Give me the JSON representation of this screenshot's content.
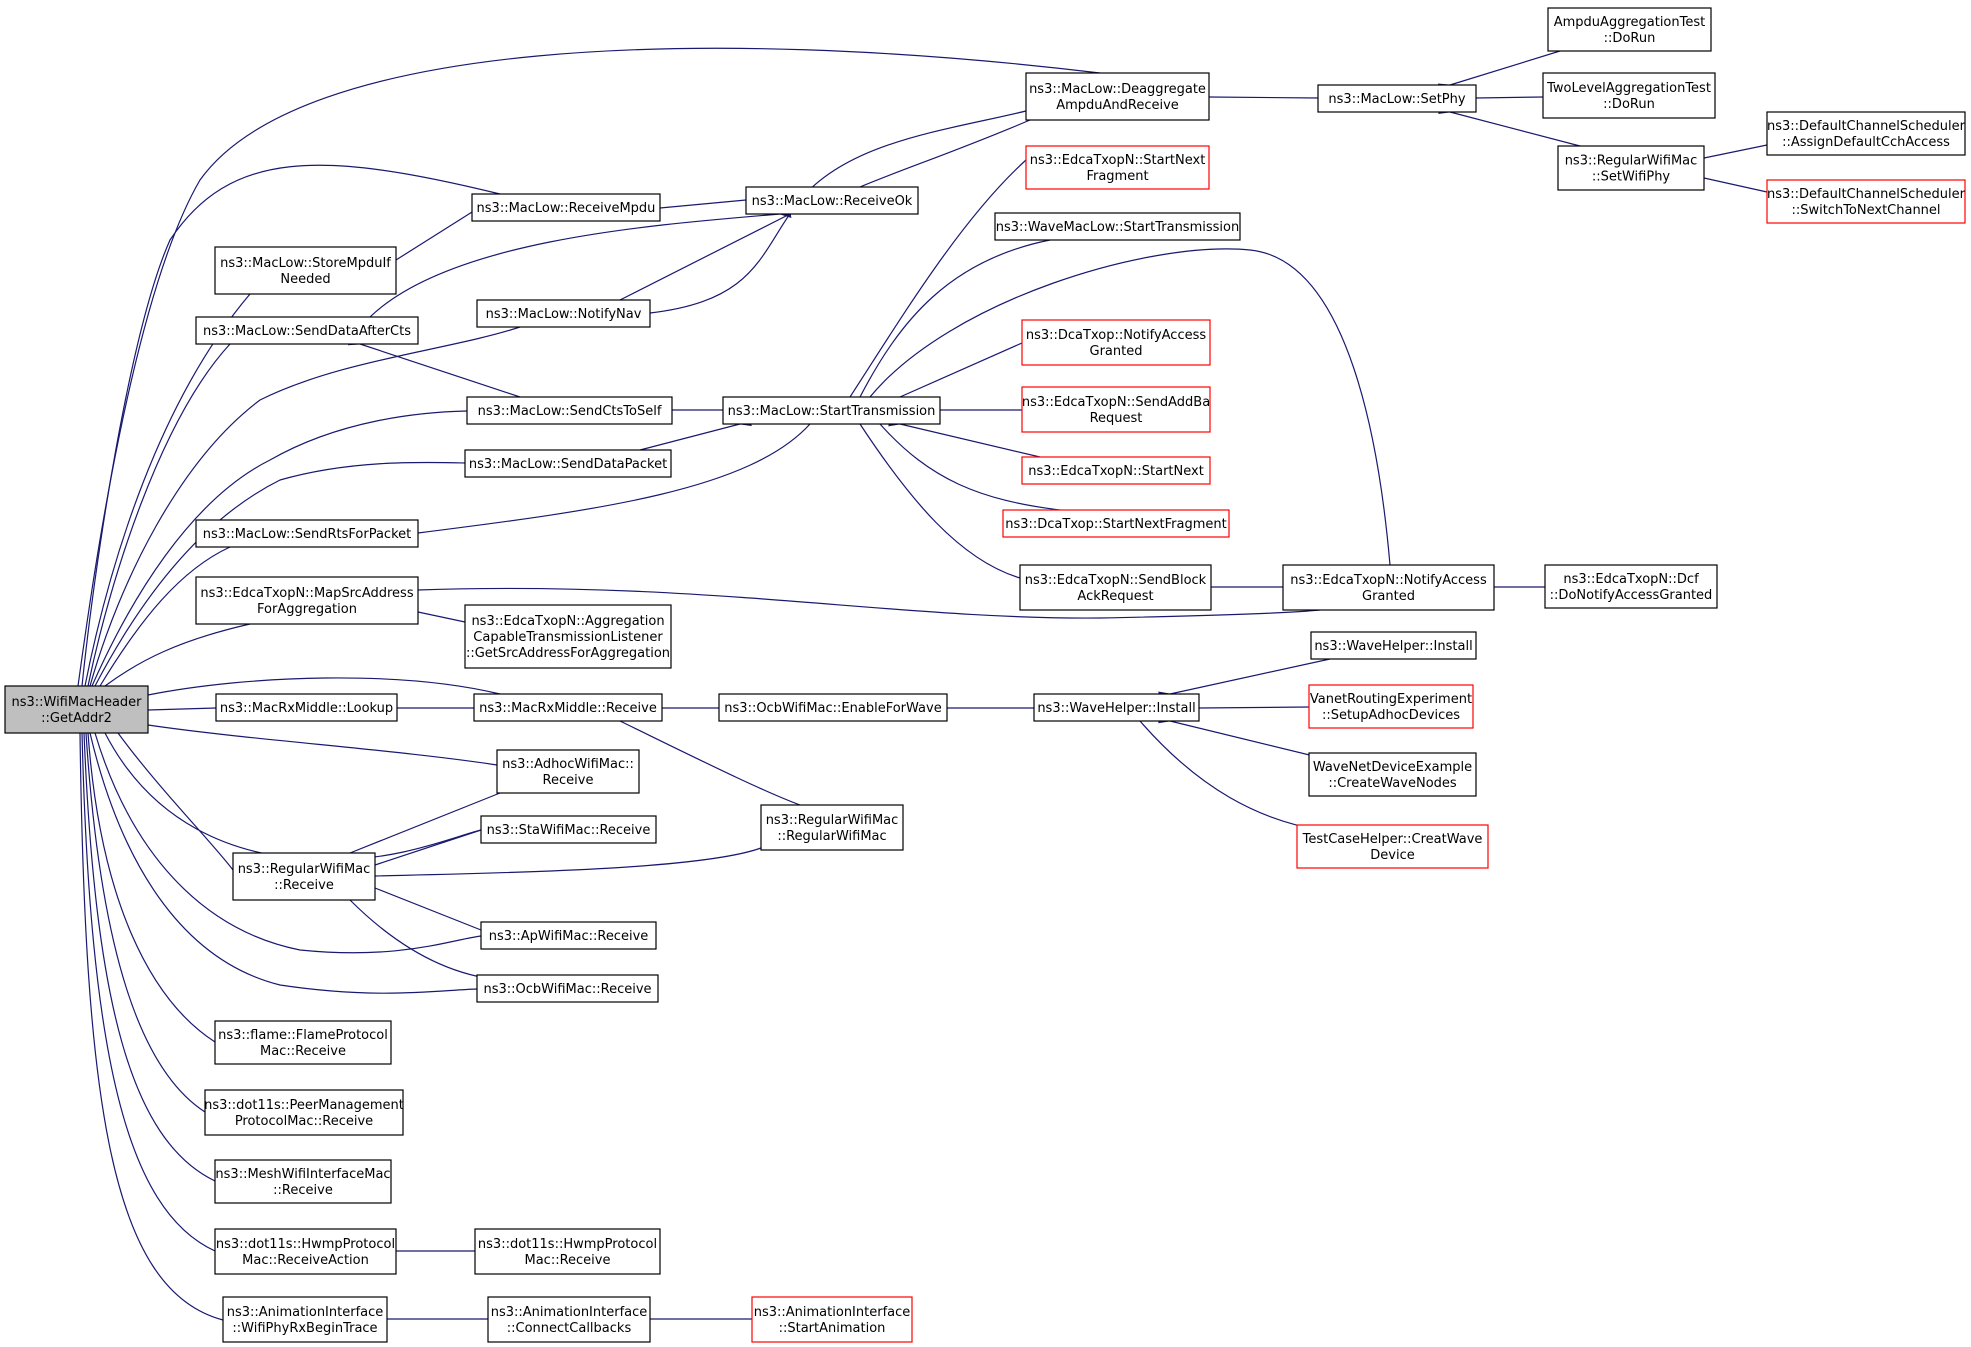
{
  "graph": {
    "edge_color": "#191970",
    "truncated_color": "#ff0000",
    "root_fill": "#bfbfbf",
    "nodes": [
      {
        "id": "root",
        "lines": [
          "ns3::WifiMacHeader",
          "::GetAddr2"
        ],
        "root": true
      },
      {
        "id": "deagg",
        "lines": [
          "ns3::MacLow::Deaggregate",
          "AmpduAndReceive"
        ]
      },
      {
        "id": "setphy",
        "lines": [
          "ns3::MacLow::SetPhy"
        ]
      },
      {
        "id": "ampdutest",
        "lines": [
          "AmpduAggregationTest",
          "::DoRun"
        ]
      },
      {
        "id": "twolevel",
        "lines": [
          "TwoLevelAggregationTest",
          "::DoRun"
        ]
      },
      {
        "id": "setwifiphy",
        "lines": [
          "ns3::RegularWifiMac",
          "::SetWifiPhy"
        ]
      },
      {
        "id": "assigncch",
        "lines": [
          "ns3::DefaultChannelScheduler",
          "::AssignDefaultCchAccess"
        ]
      },
      {
        "id": "switchnext",
        "lines": [
          "ns3::DefaultChannelScheduler",
          "::SwitchToNextChannel"
        ],
        "truncated": true
      },
      {
        "id": "startnextfrag",
        "lines": [
          "ns3::EdcaTxopN::StartNext",
          "Fragment"
        ],
        "truncated": true
      },
      {
        "id": "receivempdu",
        "lines": [
          "ns3::MacLow::ReceiveMpdu"
        ]
      },
      {
        "id": "receiveok",
        "lines": [
          "ns3::MacLow::ReceiveOk"
        ]
      },
      {
        "id": "storempdu",
        "lines": [
          "ns3::MacLow::StoreMpduIf",
          "Needed"
        ]
      },
      {
        "id": "wavemaclow",
        "lines": [
          "ns3::WaveMacLow::StartTransmission"
        ]
      },
      {
        "id": "senddataaftercts",
        "lines": [
          "ns3::MacLow::SendDataAfterCts"
        ]
      },
      {
        "id": "notifynav",
        "lines": [
          "ns3::MacLow::NotifyNav"
        ]
      },
      {
        "id": "dcanotify",
        "lines": [
          "ns3::DcaTxop::NotifyAccess",
          "Granted"
        ],
        "truncated": true
      },
      {
        "id": "sendctstoself",
        "lines": [
          "ns3::MacLow::SendCtsToSelf"
        ]
      },
      {
        "id": "starttx",
        "lines": [
          "ns3::MacLow::StartTransmission"
        ]
      },
      {
        "id": "sendaddba",
        "lines": [
          "ns3::EdcaTxopN::SendAddBa",
          "Request"
        ],
        "truncated": true
      },
      {
        "id": "senddatapacket",
        "lines": [
          "ns3::MacLow::SendDataPacket"
        ]
      },
      {
        "id": "edcastartnext",
        "lines": [
          "ns3::EdcaTxopN::StartNext"
        ],
        "truncated": true
      },
      {
        "id": "dcastartnextfrag",
        "lines": [
          "ns3::DcaTxop::StartNextFragment"
        ],
        "truncated": true
      },
      {
        "id": "sendrts",
        "lines": [
          "ns3::MacLow::SendRtsForPacket"
        ]
      },
      {
        "id": "sendblockack",
        "lines": [
          "ns3::EdcaTxopN::SendBlock",
          "AckRequest"
        ]
      },
      {
        "id": "edcanotify",
        "lines": [
          "ns3::EdcaTxopN::NotifyAccess",
          "Granted"
        ]
      },
      {
        "id": "dcfnotify",
        "lines": [
          "ns3::EdcaTxopN::Dcf",
          "::DoNotifyAccessGranted"
        ]
      },
      {
        "id": "mapsrc",
        "lines": [
          "ns3::EdcaTxopN::MapSrcAddress",
          "ForAggregation"
        ]
      },
      {
        "id": "aggcap",
        "lines": [
          "ns3::EdcaTxopN::Aggregation",
          "CapableTransmissionListener",
          "::GetSrcAddressForAggregation"
        ]
      },
      {
        "id": "wavehelperinstall2",
        "lines": [
          "ns3::WaveHelper::Install"
        ]
      },
      {
        "id": "lookup",
        "lines": [
          "ns3::MacRxMiddle::Lookup"
        ]
      },
      {
        "id": "rxmiddlereceive",
        "lines": [
          "ns3::MacRxMiddle::Receive"
        ]
      },
      {
        "id": "enableforwave",
        "lines": [
          "ns3::OcbWifiMac::EnableForWave"
        ]
      },
      {
        "id": "wavehelperinstall",
        "lines": [
          "ns3::WaveHelper::Install"
        ]
      },
      {
        "id": "vanet",
        "lines": [
          "VanetRoutingExperiment",
          "::SetupAdhocDevices"
        ],
        "truncated": true
      },
      {
        "id": "adhocreceive",
        "lines": [
          "ns3::AdhocWifiMac::",
          "Receive"
        ]
      },
      {
        "id": "wavenetdevice",
        "lines": [
          "WaveNetDeviceExample",
          "::CreateWaveNodes"
        ]
      },
      {
        "id": "stareceive",
        "lines": [
          "ns3::StaWifiMac::Receive"
        ]
      },
      {
        "id": "regularctor",
        "lines": [
          "ns3::RegularWifiMac",
          "::RegularWifiMac"
        ]
      },
      {
        "id": "testcasehelper",
        "lines": [
          "TestCaseHelper::CreatWave",
          "Device"
        ],
        "truncated": true
      },
      {
        "id": "regularreceive",
        "lines": [
          "ns3::RegularWifiMac",
          "::Receive"
        ]
      },
      {
        "id": "apreceive",
        "lines": [
          "ns3::ApWifiMac::Receive"
        ]
      },
      {
        "id": "ocbreceive",
        "lines": [
          "ns3::OcbWifiMac::Receive"
        ]
      },
      {
        "id": "flame",
        "lines": [
          "ns3::flame::FlameProtocol",
          "Mac::Receive"
        ]
      },
      {
        "id": "peermgmt",
        "lines": [
          "ns3::dot11s::PeerManagement",
          "ProtocolMac::Receive"
        ]
      },
      {
        "id": "meshiface",
        "lines": [
          "ns3::MeshWifiInterfaceMac",
          "::Receive"
        ]
      },
      {
        "id": "hwmpaction",
        "lines": [
          "ns3::dot11s::HwmpProtocol",
          "Mac::ReceiveAction"
        ]
      },
      {
        "id": "hwmpreceive",
        "lines": [
          "ns3::dot11s::HwmpProtocol",
          "Mac::Receive"
        ]
      },
      {
        "id": "animrx",
        "lines": [
          "ns3::AnimationInterface",
          "::WifiPhyRxBeginTrace"
        ]
      },
      {
        "id": "animconnect",
        "lines": [
          "ns3::AnimationInterface",
          "::ConnectCallbacks"
        ]
      },
      {
        "id": "animstart",
        "lines": [
          "ns3::AnimationInterface",
          "::StartAnimation"
        ],
        "truncated": true
      }
    ]
  }
}
